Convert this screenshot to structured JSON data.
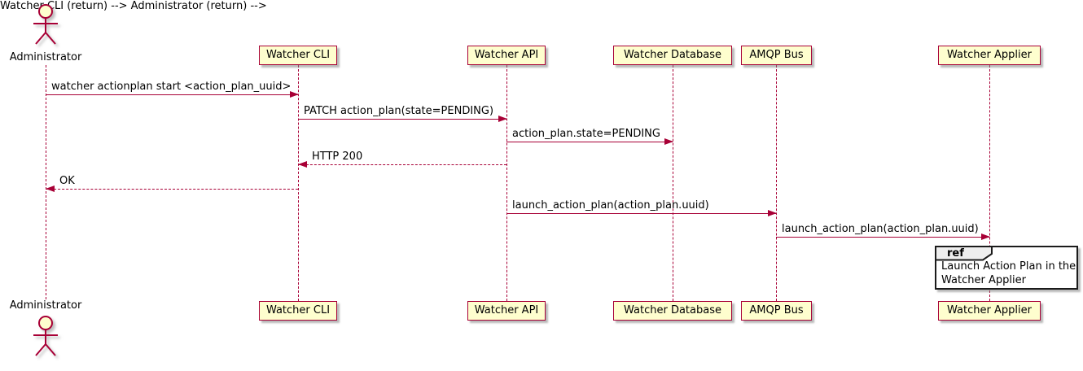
{
  "diagram_type": "uml-sequence",
  "colors": {
    "background": "#FFFFFF",
    "participant_fill": "#FEFECE",
    "stroke": "#A80036",
    "text": "#000000",
    "ref_border": "#1B1B1B",
    "ref_header_fill": "#EEEEEE"
  },
  "participants": [
    {
      "label": "Administrator",
      "type": "actor"
    },
    {
      "label": "Watcher CLI",
      "type": "participant"
    },
    {
      "label": "Watcher API",
      "type": "participant"
    },
    {
      "label": "Watcher Database",
      "type": "participant"
    },
    {
      "label": "AMQP Bus",
      "type": "participant"
    },
    {
      "label": "Watcher Applier",
      "type": "participant"
    }
  ],
  "messages": [
    {
      "from": "Administrator",
      "to": "Watcher CLI",
      "style": "solid",
      "label": "watcher actionplan start <action_plan_uuid>"
    },
    {
      "from": "Watcher CLI",
      "to": "Watcher API",
      "style": "solid",
      "label": "PATCH action_plan(state=PENDING)"
    },
    {
      "from": "Watcher API",
      "to": "Watcher Database",
      "style": "solid",
      "label": "action_plan.state=PENDING"
    },
    {
      "from": "Watcher API",
      "to": "Watcher CLI",
      "style": "dashed",
      "label": "HTTP 200"
    },
    {
      "from": "Watcher CLI",
      "to": "Administrator",
      "style": "dashed",
      "label": "OK"
    },
    {
      "from": "Watcher API",
      "to": "AMQP Bus",
      "style": "solid",
      "label": "launch_action_plan(action_plan.uuid)"
    },
    {
      "from": "AMQP Bus",
      "to": "Watcher Applier",
      "style": "solid",
      "label": "launch_action_plan(action_plan.uuid)"
    }
  ],
  "ref": {
    "keyword": "ref",
    "over": "Watcher Applier",
    "line1": "Launch Action Plan in the",
    "line2": "Watcher Applier"
  }
}
